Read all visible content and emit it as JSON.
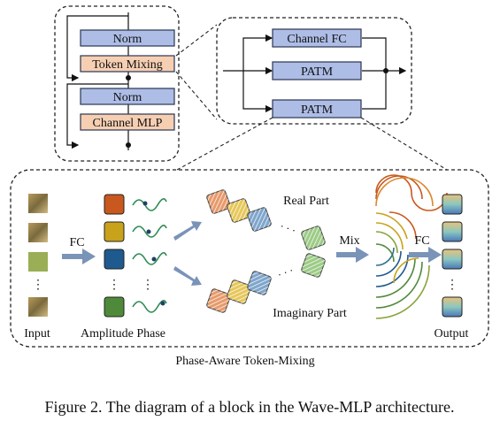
{
  "block": {
    "items": [
      "Norm",
      "Token Mixing",
      "Norm",
      "Channel MLP"
    ]
  },
  "detail": {
    "channel_fc": "Channel FC",
    "patm_top": "PATM",
    "patm_bottom": "PATM"
  },
  "patm": {
    "title": "Phase-Aware Token-Mixing",
    "fc_left": "FC",
    "fc_right": "FC",
    "mix": "Mix",
    "real_part": "Real Part",
    "imag_part": "Imaginary Part",
    "input": "Input",
    "amplitude_phase": "Amplitude Phase",
    "output": "Output",
    "dots": "⋮",
    "h_dots": "·  ·  ·",
    "token_colors": [
      "#c8581e",
      "#c9a21c",
      "#1f5a8e",
      "#4f8a3a"
    ]
  },
  "caption": "Figure 2. The diagram of a block in the Wave-MLP architecture."
}
